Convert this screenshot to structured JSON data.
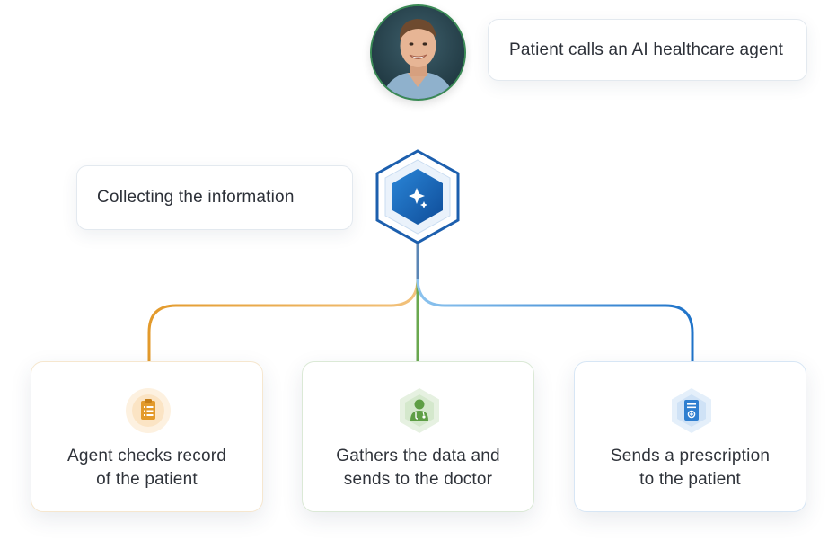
{
  "diagram": {
    "avatar_label": "patient-photo",
    "top_callout": "Patient calls an AI healthcare agent",
    "left_callout": "Collecting the information",
    "center_icon": "sparkle-icon",
    "cards": [
      {
        "line1": "Agent checks record",
        "line2": "of the patient",
        "icon": "clipboard-icon",
        "accent": "#e39a2b"
      },
      {
        "line1": "Gathers the data and",
        "line2": "sends to the doctor",
        "icon": "doctor-icon",
        "accent": "#6aa84f"
      },
      {
        "line1": "Sends a prescription",
        "line2": "to the patient",
        "icon": "prescription-icon",
        "accent": "#2f7fd0"
      }
    ],
    "colors": {
      "stem_top": "#5bbfc0",
      "hex_blue": "#1c5fae",
      "branch_orange": "#e39a2b",
      "branch_green": "#6aa84f",
      "branch_blue": "#2f7fd0"
    }
  }
}
